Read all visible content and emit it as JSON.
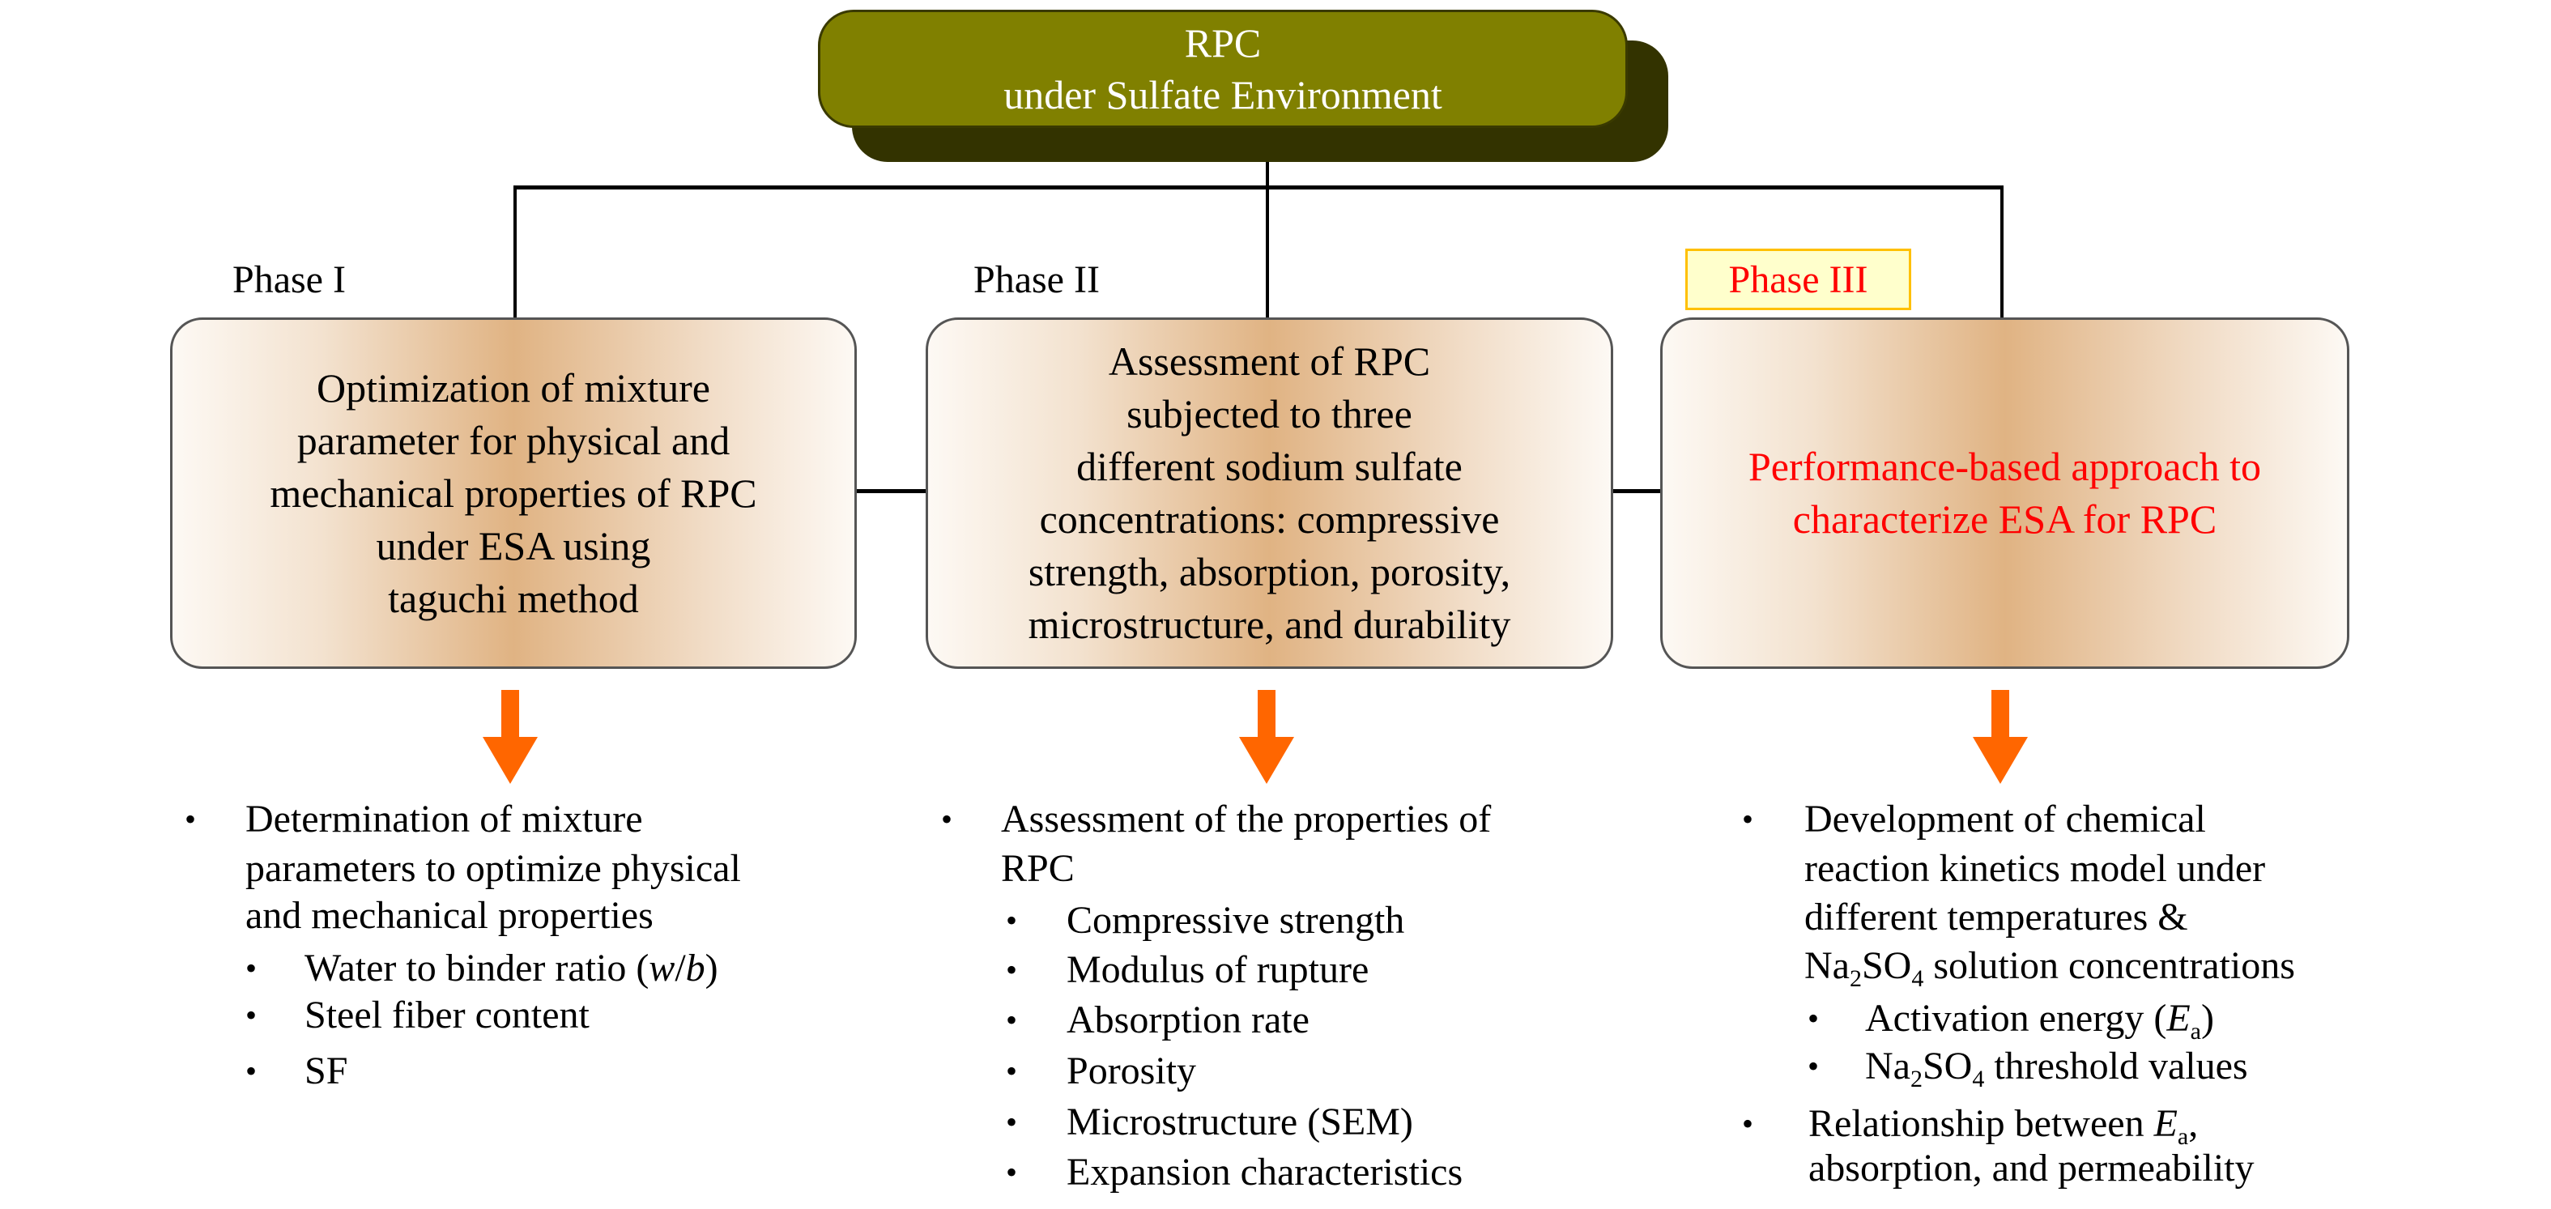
{
  "title": {
    "line1": "RPC",
    "line2": "under Sulfate Environment"
  },
  "phases": [
    {
      "label": "Phase I",
      "box_lines": [
        "Optimization of mixture",
        "parameter for physical and",
        "mechanical properties of RPC",
        "under ESA using",
        "taguchi method"
      ]
    },
    {
      "label": "Phase II",
      "box_lines": [
        "Assessment of RPC",
        "subjected to three",
        "different sodium sulfate",
        "concentrations: compressive",
        "strength, absorption, porosity,",
        "microstructure, and durability"
      ]
    },
    {
      "label": "Phase III",
      "box_lines": [
        "Performance-based approach to",
        "characterize ESA for RPC"
      ]
    }
  ],
  "outcomes": {
    "phase1": {
      "main": [
        "Determination of mixture",
        "parameters to optimize physical",
        "and mechanical properties"
      ],
      "sub": {
        "wb_pre": "Water to binder ratio (",
        "wb_w": "w",
        "wb_slash": "/",
        "wb_b": "b",
        "wb_post": ")",
        "steel": "Steel fiber content",
        "sf": "SF"
      }
    },
    "phase2": {
      "main": [
        "Assessment of the properties of",
        "RPC"
      ],
      "sub": [
        "Compressive strength",
        "Modulus of rupture",
        "Absorption rate",
        "Porosity",
        "Microstructure (SEM)",
        "Expansion characteristics"
      ]
    },
    "phase3": {
      "main": [
        "Development of chemical",
        "reaction kinetics model under",
        "different temperatures &"
      ],
      "main_l4": {
        "na": "Na",
        "two": "2",
        "so": "SO",
        "four": "4",
        "rest": " solution concentrations"
      },
      "sub1": {
        "pre": "Activation energy (",
        "E": "E",
        "a": "a",
        "post": ")"
      },
      "sub2": {
        "na": "Na",
        "two": "2",
        "so": "SO",
        "four": "4",
        "rest": " threshold values"
      },
      "main2": {
        "pre": "Relationship between ",
        "E": "E",
        "a": "a",
        "post": ",",
        "l2": "absorption, and permeability"
      }
    }
  },
  "bullet": "•",
  "colors": {
    "title_bg": "#808000",
    "title_shadow": "#333300",
    "arrow": "#ff6600",
    "phase3_text": "#ff0000",
    "phase3_bg": "#ffffcc",
    "phase3_border": "#ffc000",
    "box_center": "#e0b383"
  }
}
